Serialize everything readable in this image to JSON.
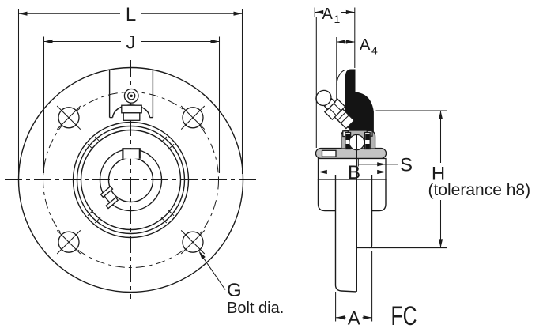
{
  "colors": {
    "line": "#1b1b1b",
    "section_black": "#141414",
    "insert_gray": "#b4b4b4",
    "bar_gray": "#c4c4c4",
    "background": "#ffffff"
  },
  "front_view": {
    "dim_L": "L",
    "dim_J": "J",
    "leader_label": "G",
    "leader_caption": "Bolt dia."
  },
  "side_view": {
    "dim_A1": {
      "main": "A",
      "sub": "1"
    },
    "dim_A4": {
      "main": "A",
      "sub": "4"
    },
    "dim_S": "S",
    "dim_B": "B",
    "dim_H": {
      "label": "H",
      "note": "(tolerance h8)"
    },
    "dim_A": "A",
    "series_label": "FC"
  }
}
